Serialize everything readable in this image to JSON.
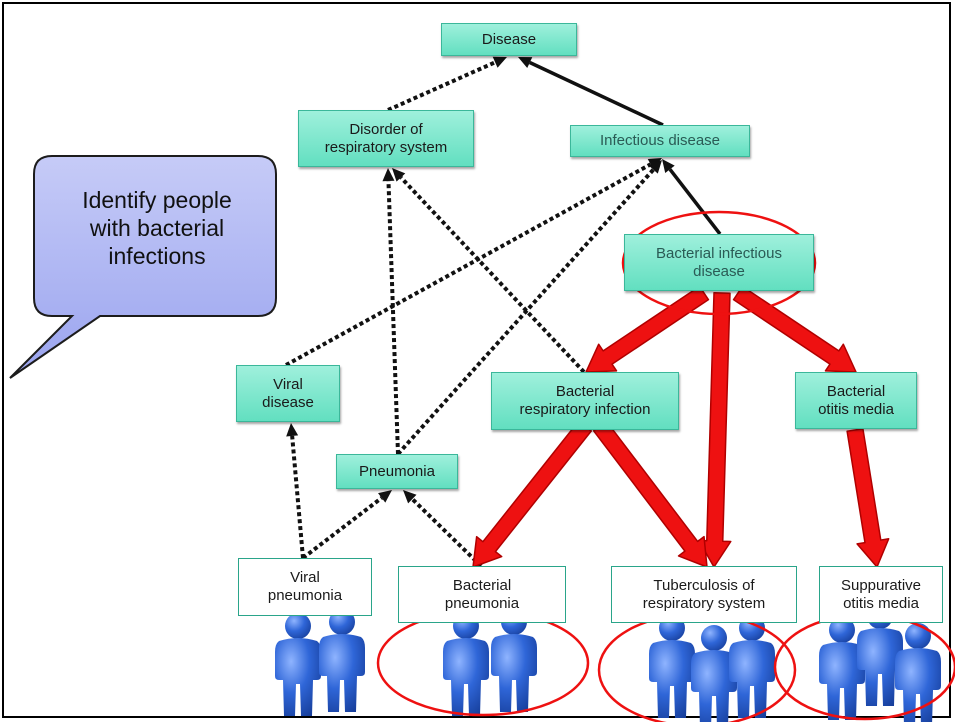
{
  "callout": {
    "text": "Identify people\nwith bacterial\ninfections"
  },
  "nodes": {
    "disease": "Disease",
    "disorder_respiratory": "Disorder of\nrespiratory system",
    "infectious_disease": "Infectious disease",
    "bacterial_infectious_disease": "Bacterial infectious\ndisease",
    "viral_disease": "Viral\ndisease",
    "bacterial_respiratory_infection": "Bacterial\nrespiratory infection",
    "bacterial_otitis_media": "Bacterial\notitis media",
    "pneumonia": "Pneumonia",
    "viral_pneumonia": "Viral\npneumonia",
    "bacterial_pneumonia": "Bacterial\npneumonia",
    "tuberculosis_respiratory": "Tuberculosis of\nrespiratory system",
    "suppurative_otitis_media": "Suppurative\notitis media"
  },
  "people_groups": [
    {
      "name": "viral-pneumonia-patients",
      "count": 2
    },
    {
      "name": "bacterial-pneumonia-patients",
      "count": 2
    },
    {
      "name": "tuberculosis-patients",
      "count": 3
    },
    {
      "name": "suppurative-otitis-patients",
      "count": 3
    }
  ],
  "colors": {
    "node_fill_top": "#9ff0dc",
    "node_fill_bottom": "#62dfc0",
    "node_border": "#3bb79a",
    "highlight_red": "#ee1111",
    "callout_fill": "#b4bcf4",
    "person_blue": "#2a5fd0"
  }
}
